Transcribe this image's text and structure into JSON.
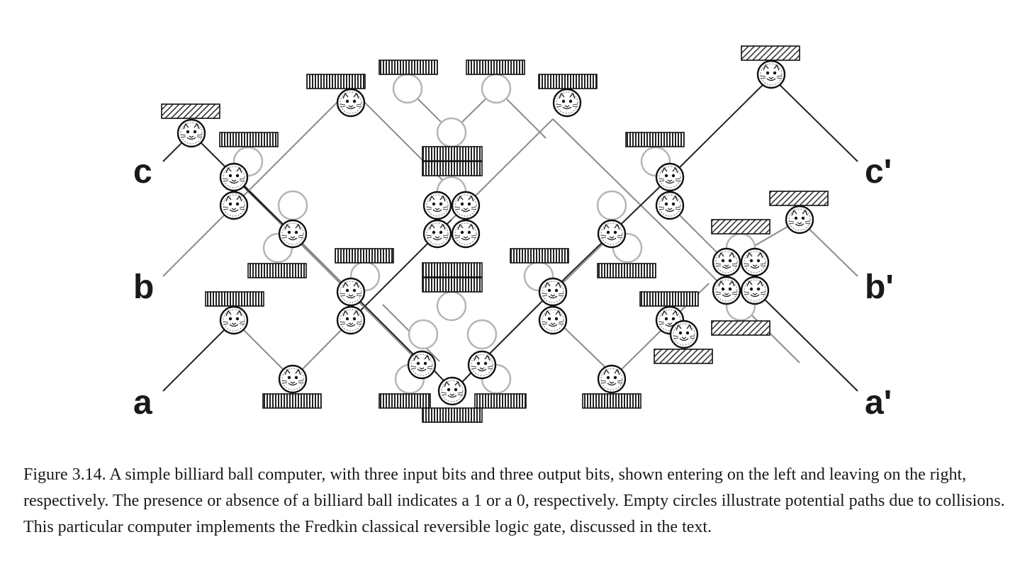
{
  "figure": {
    "input_labels": {
      "c": "c",
      "b": "b",
      "a": "a"
    },
    "output_labels": {
      "c": "c'",
      "b": "b'",
      "a": "a'"
    }
  },
  "caption": {
    "text": "Figure 3.14. A simple billiard ball computer, with three input bits and three output bits, shown entering on the left and leaving on the right, respectively. The presence or absence of a billiard ball indicates a 1 or a 0, respectively. Empty circles illustrate potential paths due to collisions. This particular computer implements the Fredkin classical reversible logic gate, discussed in the text."
  }
}
